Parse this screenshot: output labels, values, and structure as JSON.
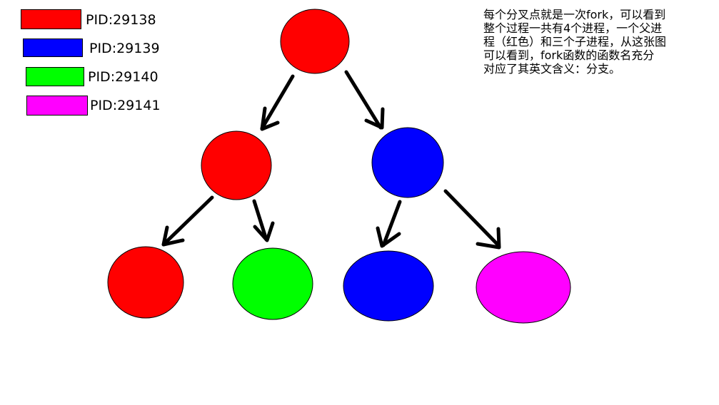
{
  "legend": [
    {
      "label": "PID:29138",
      "color": "#ff0000"
    },
    {
      "label": "PID:29139",
      "color": "#0000ff"
    },
    {
      "label": "PID:29140",
      "color": "#00ff00"
    },
    {
      "label": "PID:29141",
      "color": "#ff00ff"
    }
  ],
  "caption_lines": [
    "每个分叉点就是一次fork，可以看到",
    "整个过程一共有4个进程，一个父进",
    "程（红色）和三个子进程，从这张图",
    "可以看到，fork函数的函数名充分",
    "对应了其英文含义：分支。"
  ],
  "tree": {
    "root": {
      "process": "PID:29138",
      "color": "#ff0000"
    },
    "level1": [
      {
        "process": "PID:29138",
        "color": "#ff0000"
      },
      {
        "process": "PID:29139",
        "color": "#0000ff"
      }
    ],
    "level2": [
      {
        "process": "PID:29138",
        "color": "#ff0000"
      },
      {
        "process": "PID:29140",
        "color": "#00ff00"
      },
      {
        "process": "PID:29139",
        "color": "#0000ff"
      },
      {
        "process": "PID:29141",
        "color": "#ff00ff"
      }
    ]
  }
}
